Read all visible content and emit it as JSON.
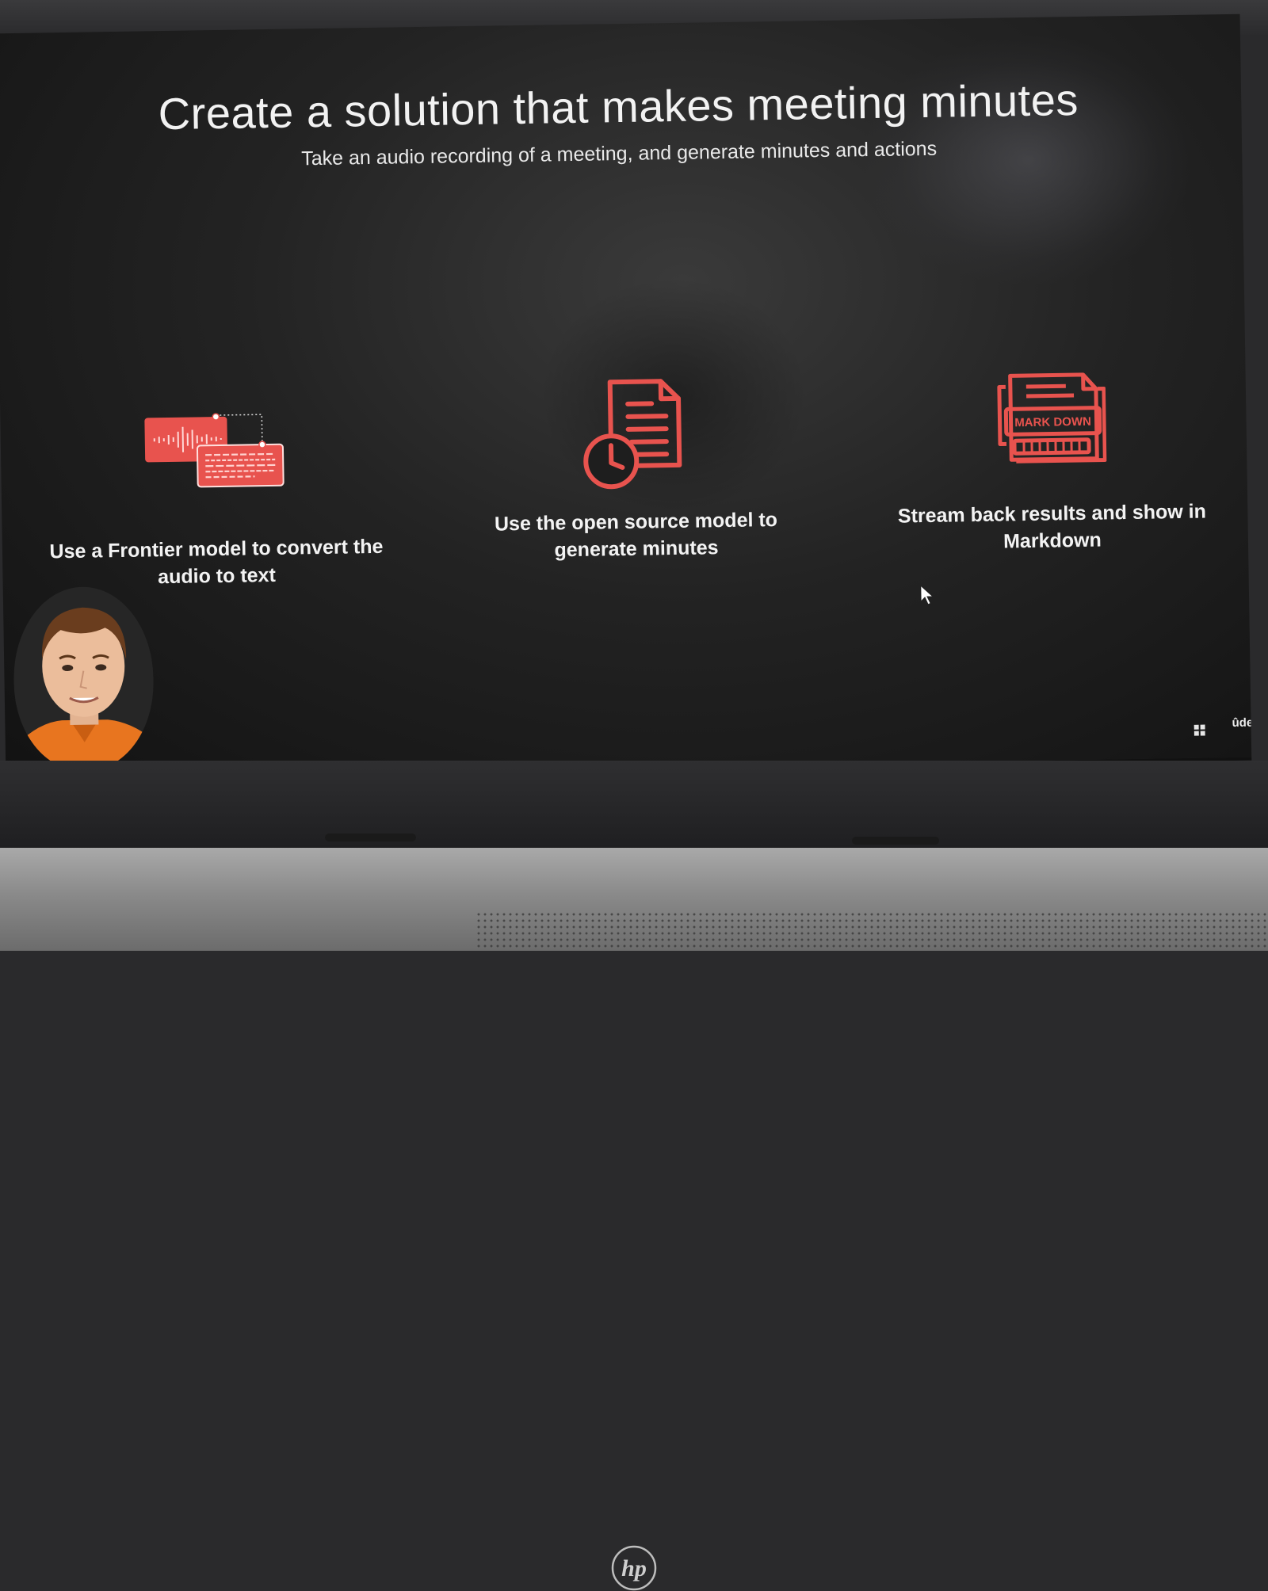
{
  "slide": {
    "title": "Create a solution that makes meeting minutes",
    "subtitle": "Take an audio recording of a meeting, and generate minutes and actions",
    "steps": [
      {
        "icon": "audio-to-text-icon",
        "caption_line1": "Use a Frontier model to convert the",
        "caption_line2": "audio to text"
      },
      {
        "icon": "document-clock-icon",
        "caption_line1": "Use the open source model to",
        "caption_line2": "generate minutes"
      },
      {
        "icon": "markdown-icon",
        "caption_line1": "Stream back results and show in",
        "caption_line2": "Markdown",
        "icon_text": "MARK DOWN"
      }
    ]
  },
  "overlay": {
    "watermark": "ûdemy"
  },
  "device": {
    "brand_logo": "hp"
  },
  "colors": {
    "accent": "#e8534e",
    "text": "#f2f2f2",
    "screen_bg": "#1b1b1b"
  }
}
